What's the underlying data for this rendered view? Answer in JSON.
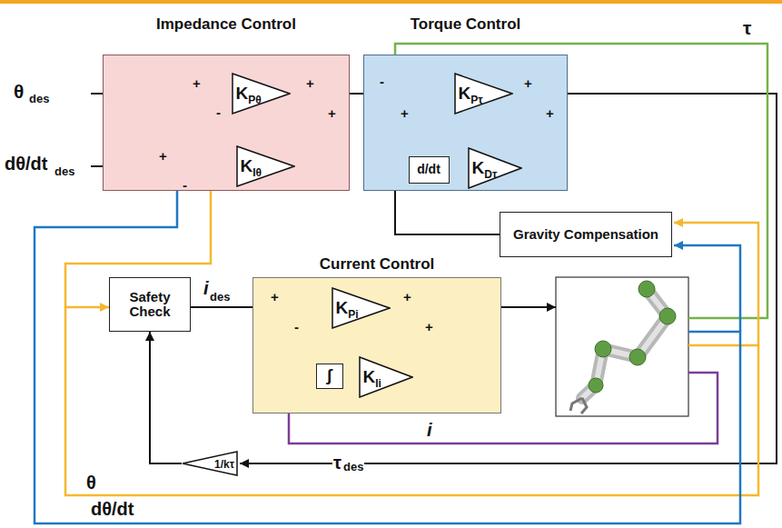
{
  "diagram": {
    "nodes": [
      {
        "text": [
          "Impedance Control"
        ]
      },
      {
        "text": [
          "K",
          "Pθ"
        ],
        "in": 0
      },
      {
        "text": [
          "K",
          "Iθ"
        ],
        "in": 0
      },
      {
        "text": [
          "Torque Control"
        ]
      },
      {
        "text": [
          "K",
          "Pτ"
        ],
        "in": 3
      },
      {
        "text": [
          "d/dt"
        ],
        "in": 3
      },
      {
        "text": [
          "K",
          "Dτ"
        ],
        "in": 3
      },
      {
        "text": [
          "Gravity Compensation"
        ]
      },
      {
        "text": [
          "Safety Check"
        ]
      },
      {
        "text": [
          "Current Control"
        ]
      },
      {
        "text": [
          "K",
          "Pi"
        ],
        "in": 9
      },
      {
        "text": [
          "∫"
        ],
        "in": 9
      },
      {
        "text": [
          "K",
          "Ii"
        ],
        "in": 9
      },
      {
        "text": [
          "1/kτ"
        ]
      }
    ],
    "edges": [
      {
        "from": 5,
        "to": 6,
        "arrow": "to"
      },
      {
        "from": 11,
        "to": 12,
        "arrow": "to"
      },
      {
        "from": 13,
        "to": 8,
        "arrow": "to"
      }
    ],
    "labels": [
      "θ",
      "des",
      "dθ/dt",
      "des",
      "τ",
      "i",
      "des",
      "i",
      "τ",
      "des",
      "θ",
      "dθ/dt",
      "+",
      "-",
      "+",
      "-",
      "+",
      "+",
      "-",
      "+",
      "+",
      "+",
      "+",
      "-",
      "+",
      "+"
    ]
  }
}
